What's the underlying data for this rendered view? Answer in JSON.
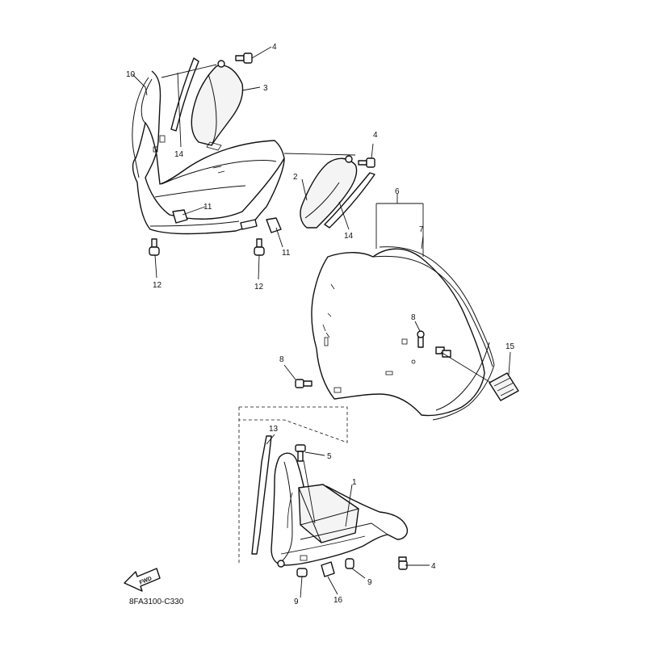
{
  "diagram": {
    "part_code": "8FA3100-C330",
    "direction_label": "FWD",
    "callouts": {
      "c1": "1",
      "c2": "2",
      "c3": "3",
      "c4_top": "4",
      "c4_mid": "4",
      "c4_bottom": "4",
      "c5": "5",
      "c6": "6",
      "c7": "7",
      "c8_right": "8",
      "c8_left": "8",
      "c9_center": "9",
      "c9_right": "9",
      "c10": "10",
      "c11_left": "11",
      "c11_right": "11",
      "c12_left": "12",
      "c12_right": "12",
      "c13": "13",
      "c14_left": "14",
      "c14_right": "14",
      "c15": "15",
      "c16": "16"
    }
  }
}
